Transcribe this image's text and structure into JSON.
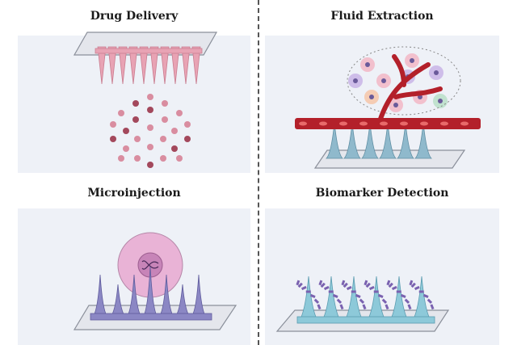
{
  "panels": {
    "drug_delivery": {
      "title": "Drug Delivery"
    },
    "fluid_extraction": {
      "title": "Fluid Extraction"
    },
    "microinjection": {
      "title": "Microinjection"
    },
    "biomarker_detection": {
      "title": "Biomarker Detection"
    }
  },
  "colors": {
    "background": "#ffffff",
    "panel": "#eef1f7",
    "drug_needles": "#e8a3b4",
    "drug_particles": "#a3485c",
    "vessel": "#b3202a",
    "extraction_needles": "#8fb9cc",
    "cell": "#e9b3d6",
    "nucleus": "#c784b8",
    "injection_needles": "#8b87c4",
    "sensor_needles": "#8dc9d9",
    "biomarker": "#7a62b0",
    "divider": "#555555"
  },
  "icons": [
    "dna-icon"
  ]
}
